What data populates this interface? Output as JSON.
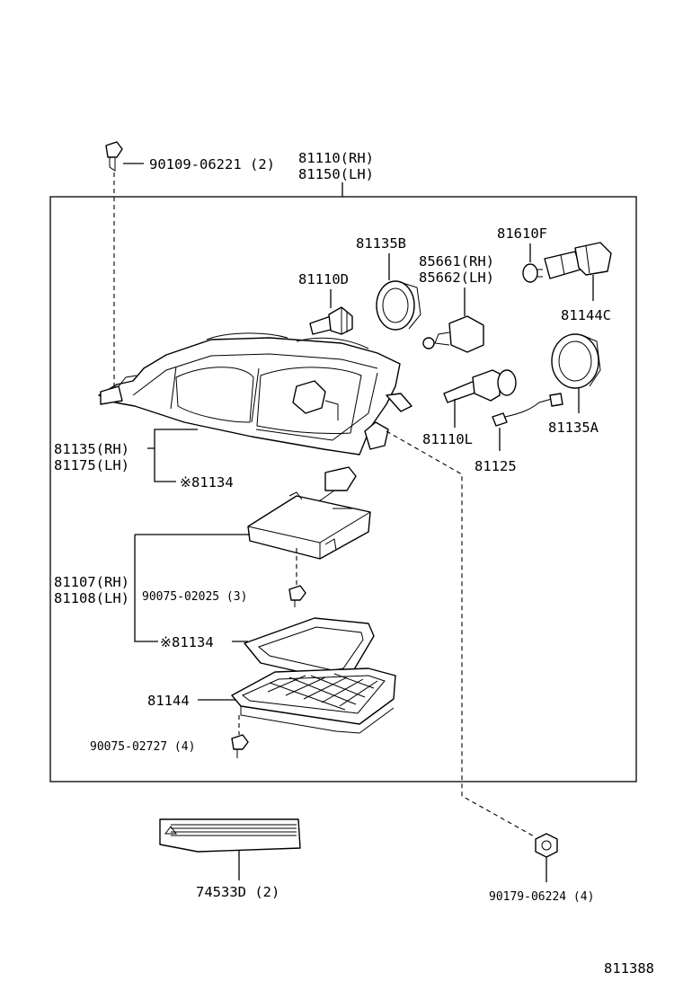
{
  "labels": {
    "screw_top": "90109-06221 (2)",
    "headlamp_rh": "81110(RH)",
    "headlamp_lh": "81150(LH)",
    "bulb_81110d": "81110D",
    "socket_81135b": "81135B",
    "bulb_81610f": "81610F",
    "bulb_85661": "85661(RH)",
    "bulb_85662": "85662(LH)",
    "socket_81144c": "81144C",
    "bulb_81110l": "81110L",
    "wire_81125": "81125",
    "cover_81135a": "81135A",
    "lens_rh": "81135(RH)",
    "lens_lh": "81175(LH)",
    "gasket_top": "※81134",
    "ballast_rh": "81107(RH)",
    "ballast_lh": "81108(LH)",
    "screw_ballast": "90075-02025 (3)",
    "gasket_mid": "※81134",
    "cover_81144": "81144",
    "screw_bottom": "90075-02727 (4)",
    "plate": "74533D (2)",
    "nut": "90179-06224 (4)",
    "diagram_id": "811388"
  }
}
